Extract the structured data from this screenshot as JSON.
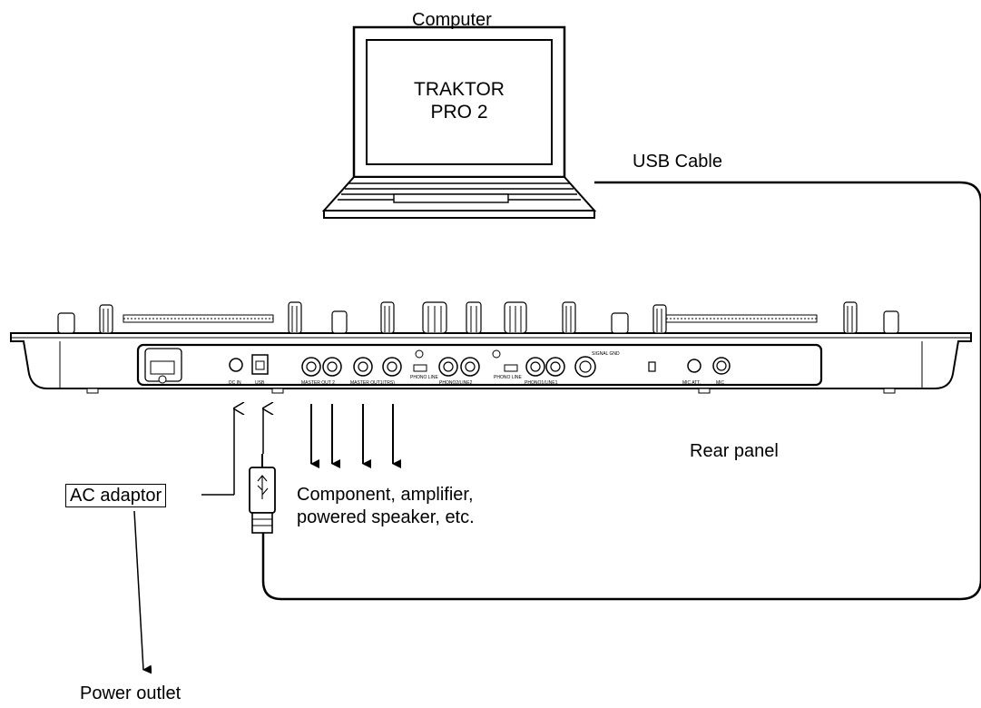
{
  "labels": {
    "computer": "Computer",
    "screen_line1": "TRAKTOR",
    "screen_line2": "PRO 2",
    "usb_cable": "USB Cable",
    "rear_panel": "Rear panel",
    "ac_adaptor": "AC adaptor",
    "component_line1": "Component, amplifier,",
    "component_line2": "powered speaker, etc.",
    "power_outlet": "Power outlet"
  },
  "panel_labels": {
    "dc_in": "DC IN",
    "usb": "USB",
    "master_out2": "MASTER OUT 2",
    "master_out1": "MASTER  OUT1(TRS)",
    "phono_line_a": "PHONO  LINE",
    "phono2_line2": "PHONO2/LINE2",
    "phono_line_b": "PHONO  LINE",
    "phono1_line1": "PHONO1/LINE1",
    "signal_gnd": "SIGNAL GND",
    "mic_att": "MIC ATT.",
    "mic": "MIC"
  }
}
